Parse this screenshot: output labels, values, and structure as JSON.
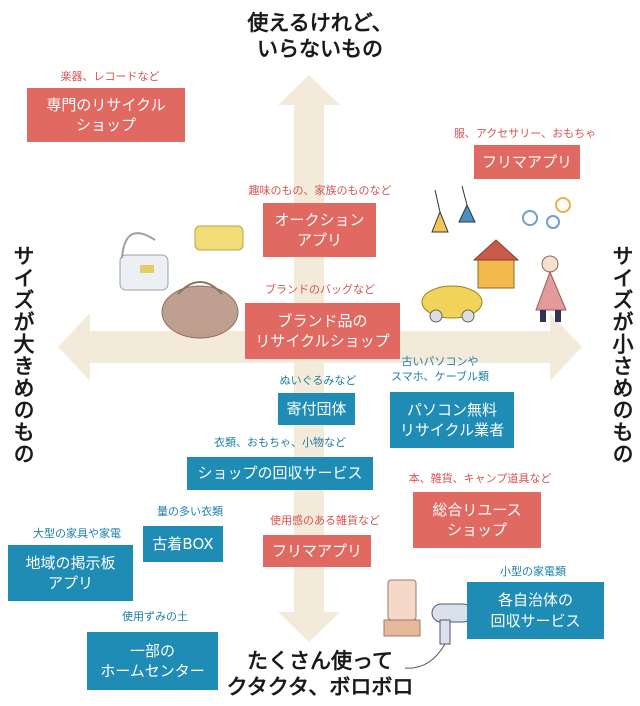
{
  "axes": {
    "top": "使えるけれど、\nいらないもの",
    "bottom": "たくさん使って\nクタクタ、ボロボロ",
    "left": "サイズが大きめのもの",
    "right": "サイズが小さめのもの"
  },
  "colors": {
    "red": "#e06a62",
    "blue": "#1f8cb6",
    "axis": "#f3ead9"
  },
  "items": [
    {
      "label": "専門のリサイクル\nショップ",
      "note": "楽器、レコードなど",
      "color": "red"
    },
    {
      "label": "フリマアプリ",
      "note": "服、アクセサリー、おもちゃ",
      "color": "red"
    },
    {
      "label": "オークション\nアプリ",
      "note": "趣味のもの、家族のものなど",
      "color": "red"
    },
    {
      "label": "ブランド品の\nリサイクルショップ",
      "note": "ブランドのバッグなど",
      "color": "red"
    },
    {
      "label": "寄付団体",
      "note": "ぬいぐるみなど",
      "color": "blue"
    },
    {
      "label": "パソコン無料\nリサイクル業者",
      "note": "古いパソコンや\nスマホ、ケーブル類",
      "color": "blue"
    },
    {
      "label": "ショップの回収サービス",
      "note": "衣類、おもちゃ、小物など",
      "color": "blue"
    },
    {
      "label": "総合リユース\nショップ",
      "note": "本、雑貨、キャンプ道具など",
      "color": "red"
    },
    {
      "label": "古着BOX",
      "note": "量の多い衣類",
      "color": "blue"
    },
    {
      "label": "地域の掲示板\nアプリ",
      "note": "大型の家具や家電",
      "color": "blue"
    },
    {
      "label": "フリマアプリ",
      "note": "使用感のある雑貨など",
      "color": "red"
    },
    {
      "label": "各自治体の\n回収サービス",
      "note": "小型の家電類",
      "color": "blue"
    },
    {
      "label": "一部の\nホームセンター",
      "note": "使用ずみの土",
      "color": "blue"
    }
  ]
}
